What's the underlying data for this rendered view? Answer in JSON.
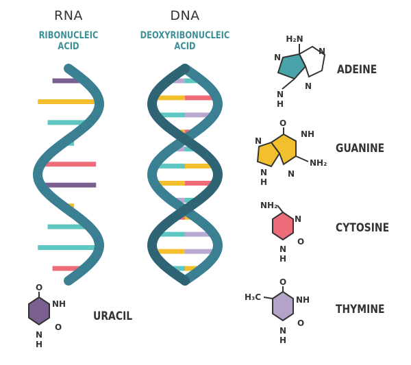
{
  "rna": {
    "title": "RNA",
    "subtitle_line1": "RIBONUCLEIC",
    "subtitle_line2": "ACID"
  },
  "dna": {
    "title": "DNA",
    "subtitle_line1": "DEOXYRIBONUCLEIC",
    "subtitle_line2": "ACID"
  },
  "bases": {
    "adenine": {
      "name": "ADEINE",
      "color": "#4aa3a8",
      "atoms": [
        "H₂N",
        "N",
        "N",
        "N",
        "N",
        "H"
      ]
    },
    "guanine": {
      "name": "GUANINE",
      "color": "#f2bf2f",
      "atoms": [
        "O",
        "NH",
        "N",
        "N",
        "NH₂",
        "N",
        "H"
      ]
    },
    "cytosine": {
      "name": "CYTOSINE",
      "color": "#ee6b7a",
      "atoms": [
        "NH₂",
        "N",
        "N",
        "H",
        "O"
      ]
    },
    "thymine": {
      "name": "THYMINE",
      "color": "#b3a3c9",
      "atoms": [
        "H₃C",
        "O",
        "NH",
        "N",
        "H",
        "O"
      ]
    },
    "uracil": {
      "name": "URACIL",
      "color": "#7a6090",
      "atoms": [
        "O",
        "NH",
        "N",
        "H",
        "O"
      ]
    }
  },
  "colors": {
    "backbone": "#3b7f92",
    "backbone_dark": "#2e6474",
    "yellow": "#f2bf2f",
    "pink": "#ee6b7a",
    "teal": "#5fc7c1",
    "purple": "#7a6090",
    "lavender": "#b8a9d0"
  }
}
